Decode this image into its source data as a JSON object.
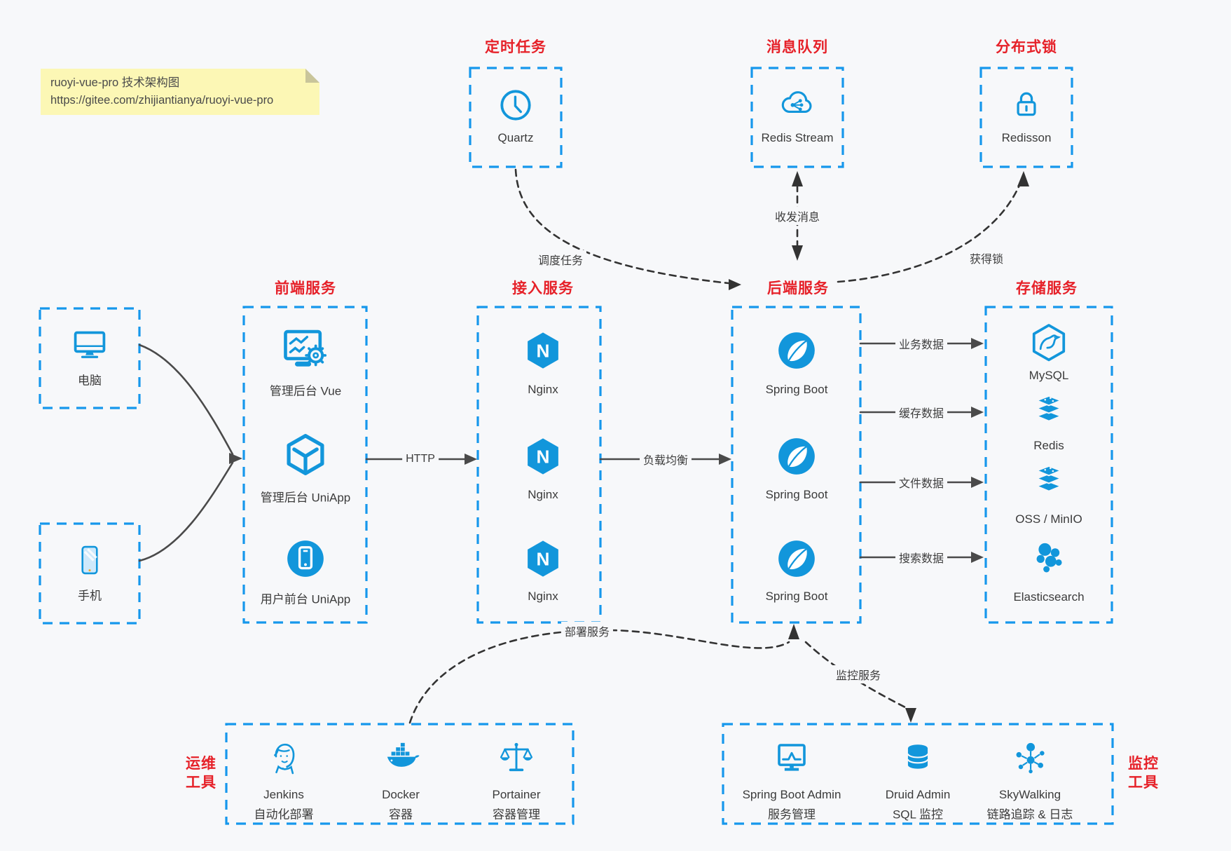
{
  "note": {
    "line1": "ruoyi-vue-pro 技术架构图",
    "line2": "https://gitee.com/zhijiantianya/ruoyi-vue-pro"
  },
  "colors": {
    "accent_blue": "#1296db",
    "box_border_blue": "#1697ec",
    "title_red": "#e62129",
    "arrow_gray": "#4a4a4a",
    "dashed_black": "#333333",
    "note_bg": "#fcf7b5",
    "canvas_bg": "#f7f8fa"
  },
  "sections": {
    "scheduler": {
      "title": "定时任务",
      "node": {
        "label": "Quartz",
        "icon": "clock-icon"
      }
    },
    "message_queue": {
      "title": "消息队列",
      "node": {
        "label": "Redis Stream",
        "icon": "cloud-share-icon"
      }
    },
    "distributed_lock": {
      "title": "分布式锁",
      "node": {
        "label": "Redisson",
        "icon": "lock-icon"
      }
    },
    "clients": {
      "pc": {
        "label": "电脑",
        "icon": "desktop-icon"
      },
      "mobile": {
        "label": "手机",
        "icon": "mobile-phone-icon"
      }
    },
    "frontend": {
      "title": "前端服务",
      "nodes": [
        {
          "label": "管理后台 Vue",
          "icon": "admin-screen-gear-icon"
        },
        {
          "label": "管理后台 UniApp",
          "icon": "cube-icon"
        },
        {
          "label": "用户前台 UniApp",
          "icon": "phone-circle-icon"
        }
      ]
    },
    "gateway": {
      "title": "接入服务",
      "nodes": [
        {
          "label": "Nginx",
          "icon": "nginx-hexagon-icon"
        },
        {
          "label": "Nginx",
          "icon": "nginx-hexagon-icon"
        },
        {
          "label": "Nginx",
          "icon": "nginx-hexagon-icon"
        }
      ]
    },
    "backend": {
      "title": "后端服务",
      "nodes": [
        {
          "label": "Spring Boot",
          "icon": "spring-leaf-icon"
        },
        {
          "label": "Spring Boot",
          "icon": "spring-leaf-icon"
        },
        {
          "label": "Spring Boot",
          "icon": "spring-leaf-icon"
        }
      ]
    },
    "storage": {
      "title": "存储服务",
      "nodes": [
        {
          "label": "MySQL",
          "icon": "mysql-dolphin-icon"
        },
        {
          "label": "Redis",
          "icon": "redis-stack-icon"
        },
        {
          "label": "OSS / MinIO",
          "icon": "storage-stack-icon"
        },
        {
          "label": "Elasticsearch",
          "icon": "elasticsearch-cluster-icon"
        }
      ]
    },
    "devops": {
      "title_line1": "运维",
      "title_line2": "工具",
      "nodes": [
        {
          "label": "Jenkins",
          "sublabel": "自动化部署",
          "icon": "jenkins-icon"
        },
        {
          "label": "Docker",
          "sublabel": "容器",
          "icon": "docker-whale-icon"
        },
        {
          "label": "Portainer",
          "sublabel": "容器管理",
          "icon": "scales-icon"
        }
      ]
    },
    "monitoring": {
      "title_line1": "监控",
      "title_line2": "工具",
      "nodes": [
        {
          "label": "Spring Boot Admin",
          "sublabel": "服务管理",
          "icon": "monitor-chart-icon"
        },
        {
          "label": "Druid Admin",
          "sublabel": "SQL 监控",
          "icon": "database-icon"
        },
        {
          "label": "SkyWalking",
          "sublabel": "链路追踪 & 日志",
          "icon": "network-nodes-icon"
        }
      ]
    }
  },
  "edges": {
    "http": "HTTP",
    "load_balance": "负载均衡",
    "business_data": "业务数据",
    "cache_data": "缓存数据",
    "file_data": "文件数据",
    "search_data": "搜索数据",
    "schedule_task": "调度任务",
    "exchange_message": "收发消息",
    "acquire_lock": "获得锁",
    "deploy_service": "部署服务",
    "monitor_service": "监控服务"
  }
}
